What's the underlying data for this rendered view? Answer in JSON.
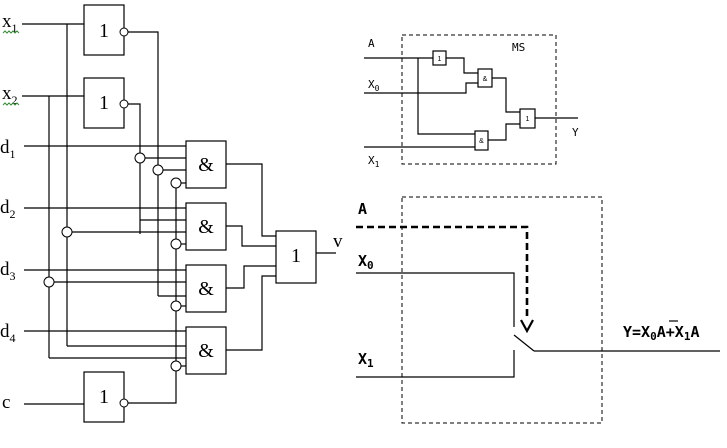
{
  "left_circuit": {
    "inputs": [
      {
        "base": "x",
        "sub": "1"
      },
      {
        "base": "x",
        "sub": "2"
      },
      {
        "base": "d",
        "sub": "1"
      },
      {
        "base": "d",
        "sub": "2"
      },
      {
        "base": "d",
        "sub": "3"
      },
      {
        "base": "d",
        "sub": "4"
      },
      {
        "base": "c",
        "sub": ""
      }
    ],
    "not_symbol": "1",
    "and_symbol": "&",
    "or_symbol": "1",
    "output": "v"
  },
  "mux_small": {
    "title": "MS",
    "input_a": "A",
    "input_x0": {
      "base": "X",
      "sub": "0"
    },
    "input_x1": {
      "base": "X",
      "sub": "1"
    },
    "output": "Y",
    "not_symbol": "1",
    "and_symbol": "&",
    "or_symbol": "1"
  },
  "mux_switch": {
    "input_a": "A",
    "input_x0": {
      "base": "X",
      "sub": "0"
    },
    "input_x1": {
      "base": "X",
      "sub": "1"
    },
    "equation": {
      "lhs": "Y=X",
      "sub1": "0",
      "bar": "A",
      "mid": "+X",
      "sub2": "1",
      "end": "A"
    }
  }
}
